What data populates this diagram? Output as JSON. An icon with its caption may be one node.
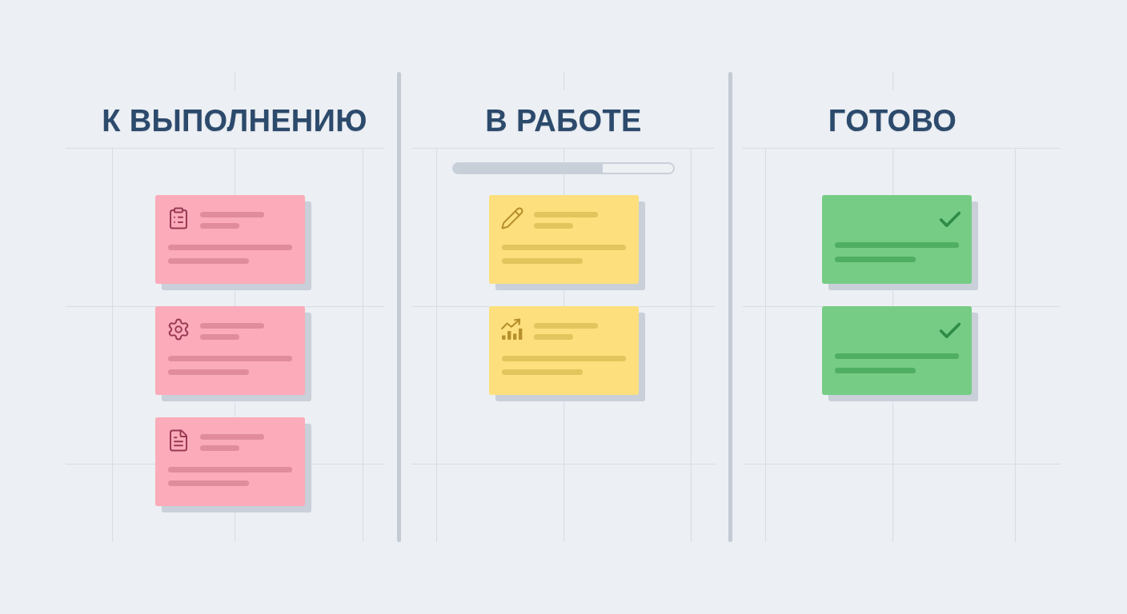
{
  "diagram": {
    "nodes": [
      {
        "text": [
          "К ВЫПОЛНЕНИЮ"
        ]
      },
      {
        "text": [],
        "shape": "box",
        "in": 0
      },
      {
        "text": [],
        "shape": "box",
        "in": 0
      },
      {
        "text": [],
        "shape": "box",
        "in": 0
      },
      {
        "text": [
          "В РАБОТЕ"
        ]
      },
      {
        "text": [],
        "shape": "box",
        "in": 4
      },
      {
        "text": [],
        "shape": "box",
        "in": 4
      },
      {
        "text": [
          "ГОТОВО"
        ]
      },
      {
        "text": [],
        "shape": "box",
        "in": 7
      },
      {
        "text": [],
        "shape": "box",
        "in": 7
      }
    ]
  }
}
